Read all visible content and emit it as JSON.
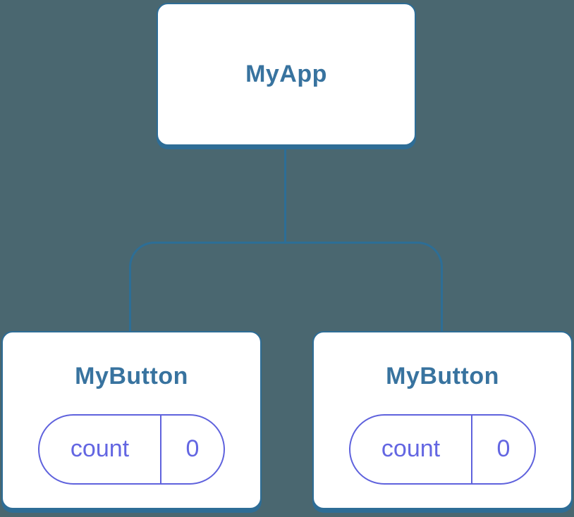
{
  "diagram": {
    "type": "component-tree",
    "colors": {
      "background": "#4a6770",
      "node_fill": "#ffffff",
      "stroke_blue": "#2d6e96",
      "label_blue": "#38739f",
      "state_purple_border": "#5f62dd",
      "state_purple_text": "#6366e2"
    },
    "root": {
      "label": "MyApp"
    },
    "children": [
      {
        "label": "MyButton",
        "state": {
          "key": "count",
          "value": "0"
        }
      },
      {
        "label": "MyButton",
        "state": {
          "key": "count",
          "value": "0"
        }
      }
    ]
  }
}
